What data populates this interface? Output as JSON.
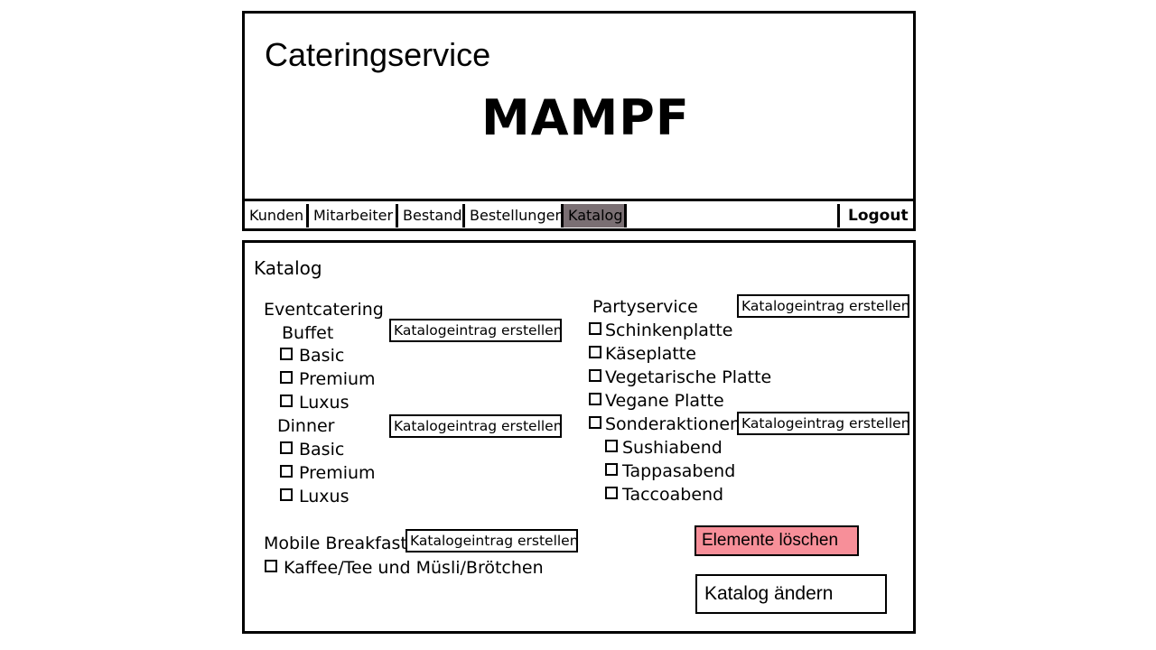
{
  "header": {
    "subtitle": "Cateringservice",
    "logo": "MAMPF"
  },
  "nav": {
    "items": [
      {
        "label": "Kunden"
      },
      {
        "label": "Mitarbeiter"
      },
      {
        "label": "Bestand"
      },
      {
        "label": "Bestellungen"
      },
      {
        "label": "Katalog",
        "active": true
      }
    ],
    "logout": "Logout",
    "active_color": "#7a6f73"
  },
  "page": {
    "title": "Katalog",
    "create_label": "Katalogeintrag erstellen",
    "eventcatering": {
      "title": "Eventcatering",
      "buffet": {
        "title": "Buffet",
        "items": [
          "Basic",
          "Premium",
          "Luxus"
        ]
      },
      "dinner": {
        "title": "Dinner",
        "items": [
          "Basic",
          "Premium",
          "Luxus"
        ]
      }
    },
    "mobile_breakfast": {
      "title": "Mobile Breakfast",
      "items": [
        "Kaffee/Tee und Müsli/Brötchen"
      ]
    },
    "partyservice": {
      "title": "Partyservice",
      "items": [
        "Schinkenplatte",
        "Käseplatte",
        "Vegetarische Platte",
        "Vegane Platte",
        "Sonderaktionen"
      ],
      "sonderaktionen_items": [
        "Sushiabend",
        "Tappasabend",
        "Taccoabend"
      ]
    },
    "delete_button": "Elemente löschen",
    "delete_color": "#f78f99",
    "edit_button": "Katalog ändern"
  }
}
